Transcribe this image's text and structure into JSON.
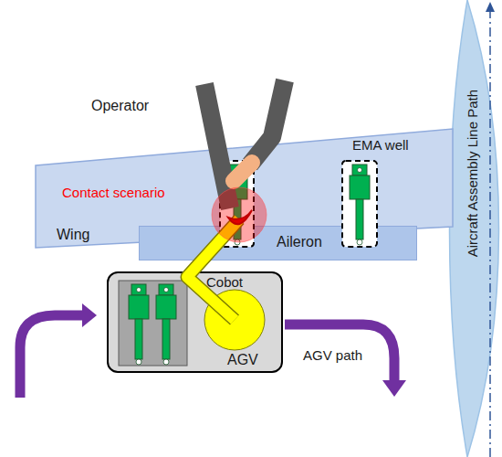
{
  "diagram": {
    "nodes": [
      {
        "text": [
          "Wing"
        ]
      },
      {
        "text": [
          "Aileron"
        ],
        "in": 0
      },
      {
        "text": [
          "AGV"
        ]
      }
    ],
    "labels": [
      "Operator",
      "EMA well",
      "Contact scenario",
      "Cobot",
      "AGV path",
      "Aircraft Assembly Line Path"
    ]
  }
}
